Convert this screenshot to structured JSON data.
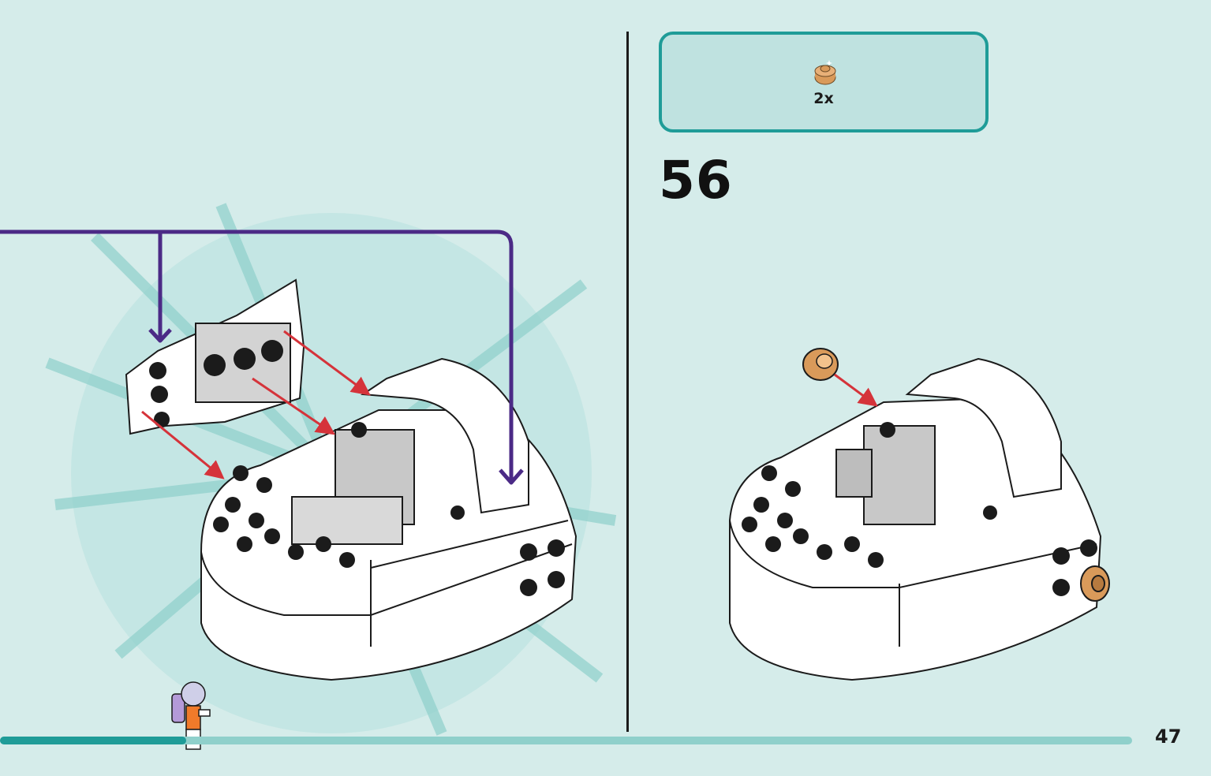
{
  "parts_callout": {
    "quantity": "2x",
    "part_color": "#d99a5a"
  },
  "step": {
    "number": "56"
  },
  "page": {
    "number": "47"
  },
  "colors": {
    "background": "#d5ecea",
    "accent_teal": "#1f9c98",
    "arrow_purple": "#4b2a86",
    "arrow_red": "#d5333a"
  }
}
